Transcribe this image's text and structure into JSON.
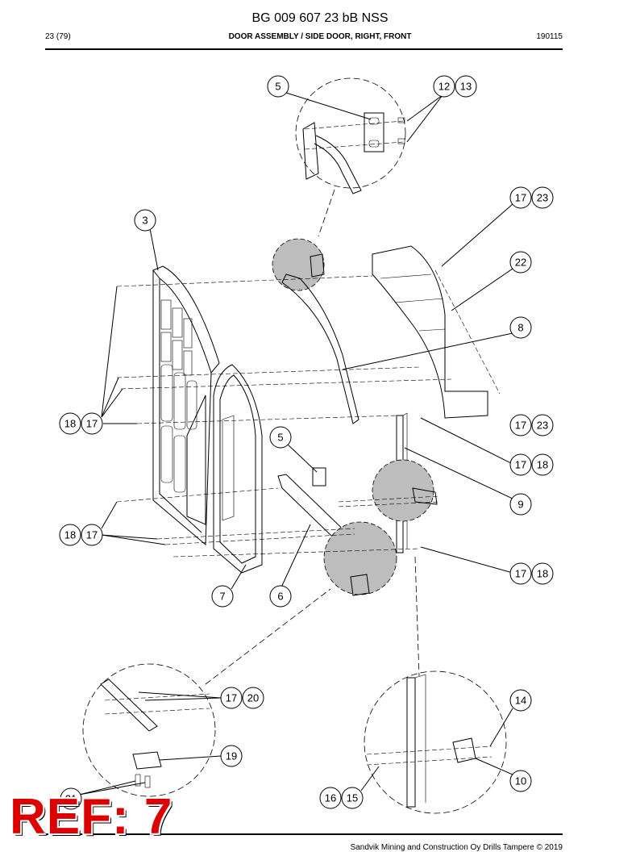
{
  "header": {
    "document_id": "BG 009 607 23 bB NSS",
    "page": "23 (79)",
    "title": "DOOR ASSEMBLY / SIDE DOOR, RIGHT, FRONT",
    "date": "190115"
  },
  "callouts": {
    "c1": "5",
    "c2": "12",
    "c3": "13",
    "c4": "17",
    "c5": "23",
    "c6": "3",
    "c7": "22",
    "c8": "8",
    "c9": "18",
    "c10": "17",
    "c11": "17",
    "c12": "23",
    "c13": "5",
    "c14": "17",
    "c15": "18",
    "c16": "9",
    "c17": "18",
    "c18": "17",
    "c19": "17",
    "c20": "18",
    "c21": "7",
    "c22": "6",
    "c23": "17",
    "c24": "20",
    "c25": "14",
    "c26": "19",
    "c27": "10",
    "c28": "21",
    "c29": "16",
    "c30": "15"
  },
  "stamp": {
    "text": "REF: 7"
  },
  "footer": {
    "copyright": "Sandvik Mining and Construction Oy Drills Tampere © 2019"
  }
}
